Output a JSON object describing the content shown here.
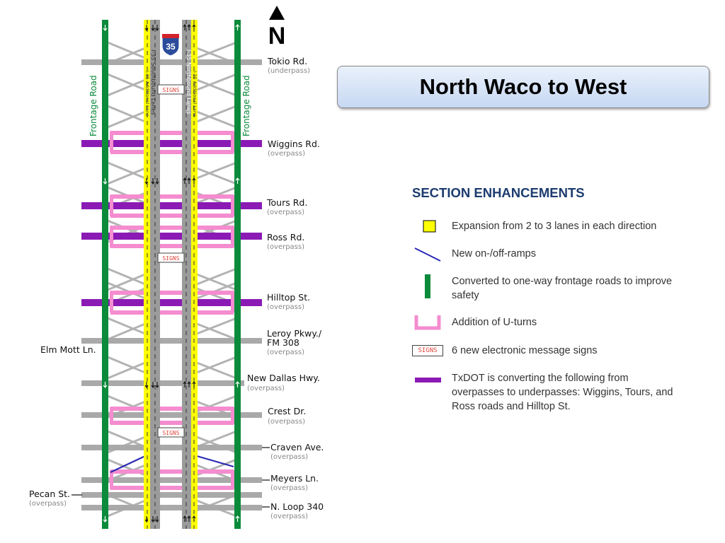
{
  "title": "North Waco to West",
  "map": {
    "highway_shield": "35",
    "frontage_road_label": "Frontage Road",
    "southbound_label": "I-35 Southbound Lanes",
    "southbound_add_label": "I-35 Additional Lane",
    "northbound_label": "I-35 Northbound Lanes",
    "northbound_add_label": "I-35 Additional Lane",
    "north_letter": "N",
    "sign_text": "SIGNS",
    "crossroads": [
      {
        "name": "Tokio Rd.",
        "note": "(underpass)"
      },
      {
        "name": "Wiggins Rd.",
        "note": "(overpass)"
      },
      {
        "name": "Tours Rd.",
        "note": "(overpass)"
      },
      {
        "name": "Ross Rd.",
        "note": "(overpass)"
      },
      {
        "name": "Hilltop St.",
        "note": "(overpass)"
      },
      {
        "name": "Leroy Pkwy./",
        "name2": "FM 308",
        "note": "(overpass)"
      },
      {
        "name": "New Dallas Hwy.",
        "note": "(overpass)"
      },
      {
        "name": "Crest Dr.",
        "note": "(overpass)"
      },
      {
        "name": "Craven Ave.",
        "note": "(overpass)"
      },
      {
        "name": "Meyers Ln.",
        "note": "(overpass)"
      },
      {
        "name": "N. Loop 340",
        "note": "(overpass)"
      }
    ],
    "left_labels": [
      {
        "name": "Elm Mott Ln.",
        "note": ""
      },
      {
        "name": "Pecan St.",
        "note": "(overpass)"
      }
    ]
  },
  "legend": {
    "heading": "SECTION ENHANCEMENTS",
    "items": [
      {
        "text": "Expansion from 2 to 3 lanes in each direction",
        "icon": "yellow-square",
        "color": "#ffff00"
      },
      {
        "text": "New on-/off-ramps",
        "icon": "blue-line",
        "color": "#2a2ab5"
      },
      {
        "text": "Converted to one-way frontage roads to improve safety",
        "icon": "green-bar",
        "color": "#0a8a3a"
      },
      {
        "text": "Addition of U-turns",
        "icon": "pink-u",
        "color": "#f48ccf"
      },
      {
        "text": "6 new electronic message signs",
        "icon": "signs-box",
        "color": "#e0443b"
      },
      {
        "text": "TxDOT is converting the following from overpasses to underpasses: Wiggins, Tours, and Ross roads and Hilltop St.",
        "icon": "purple-bar",
        "color": "#8b1ab5"
      }
    ]
  },
  "colors": {
    "frontage": "#0a8a3a",
    "expansion": "#ffff00",
    "lanes": "#9b9b9b",
    "crossroad": "#a9a9a9",
    "underpass": "#8b1ab5",
    "uturn": "#f48ccf",
    "ramp": "#2a2ab5",
    "spoke": "#b3b3b3"
  }
}
